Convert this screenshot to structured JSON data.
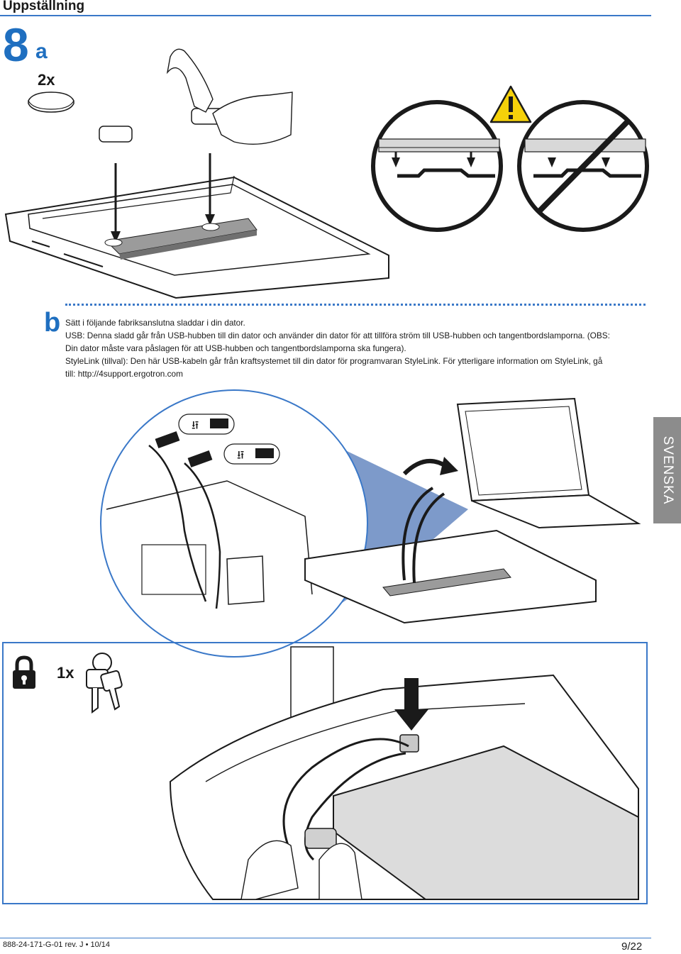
{
  "header": {
    "section_title": "Uppställning"
  },
  "step": {
    "number": "8",
    "letter": "a",
    "quantity": "2x"
  },
  "substep": {
    "letter": "b",
    "lines": [
      "Sätt i följande fabriksanslutna sladdar i din dator.",
      "USB: Denna sladd går från USB-hubben till din dator och använder din dator för att tillföra ström till USB-hubben och tangentbordslamporna. (OBS: Din dator måste vara påslagen för att USB-hubben och tangentbordslamporna ska fungera).",
      "StyleLink (tillval): Den här USB-kabeln går från kraftsystemet till din dator för programvaran StyleLink. För ytterligare information om StyleLink, gå till: http://4support.ergotron.com"
    ]
  },
  "lock_section": {
    "quantity": "1x"
  },
  "language_tab": "SVENSKA",
  "footer": {
    "doc_code": "888-24-171-G-01 rev. J • 10/14",
    "page": "9/22"
  },
  "icons": {
    "warning": "warning-triangle-icon",
    "prohibited": "prohibited-icon",
    "usb": "usb-icon",
    "lock": "padlock-icon",
    "keys": "keys-icon"
  },
  "colors": {
    "accent": "#1f6fc0",
    "rule": "#3a78c8",
    "warning_yellow": "#f5d10a",
    "tab_gray": "#8c8c8c",
    "beam_blue": "#6f8fc4"
  }
}
